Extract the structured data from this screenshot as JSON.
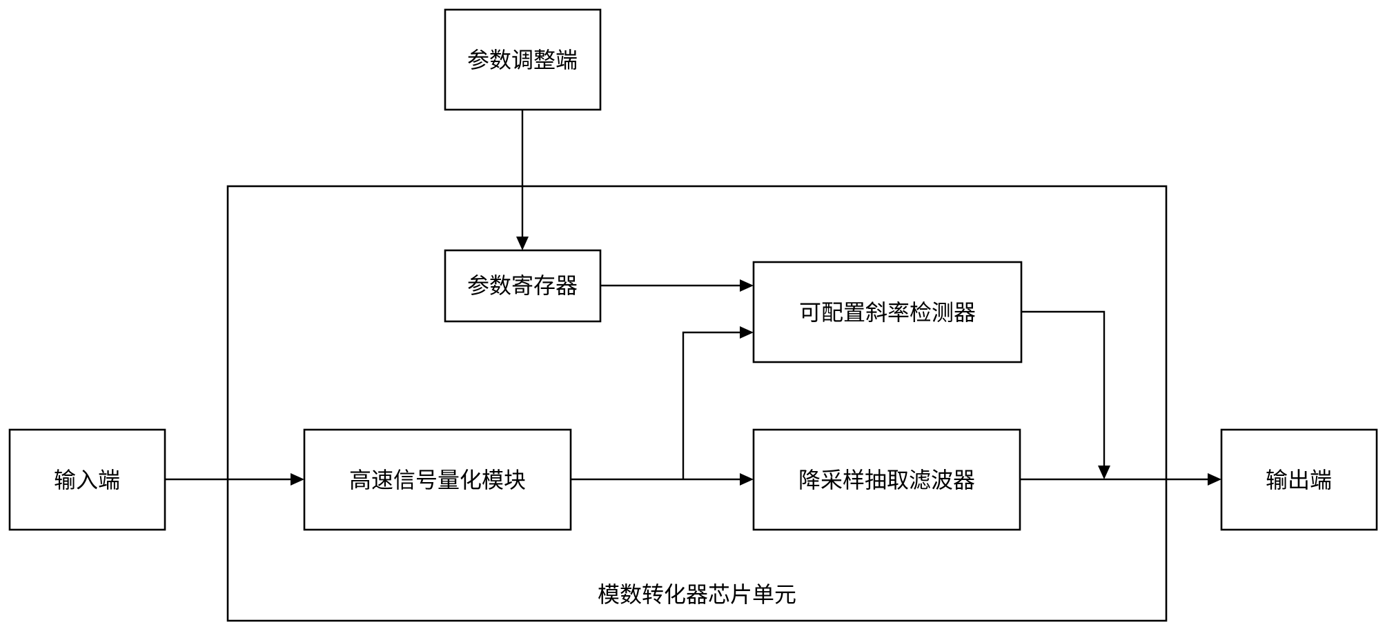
{
  "diagram": {
    "blocks": {
      "param_adjust": "参数调整端",
      "param_register": "参数寄存器",
      "slope_detector": "可配置斜率检测器",
      "input": "输入端",
      "quantizer": "高速信号量化模块",
      "decimation_filter": "降采样抽取滤波器",
      "output": "输出端"
    },
    "container": {
      "label": "模数转化器芯片单元"
    },
    "connections": [
      {
        "from": "参数调整端",
        "to": "参数寄存器"
      },
      {
        "from": "参数寄存器",
        "to": "可配置斜率检测器"
      },
      {
        "from": "输入端",
        "to": "高速信号量化模块"
      },
      {
        "from": "高速信号量化模块",
        "to": "可配置斜率检测器"
      },
      {
        "from": "高速信号量化模块",
        "to": "降采样抽取滤波器"
      },
      {
        "from": "可配置斜率检测器",
        "to": "输出端"
      },
      {
        "from": "降采样抽取滤波器",
        "to": "输出端"
      }
    ]
  }
}
